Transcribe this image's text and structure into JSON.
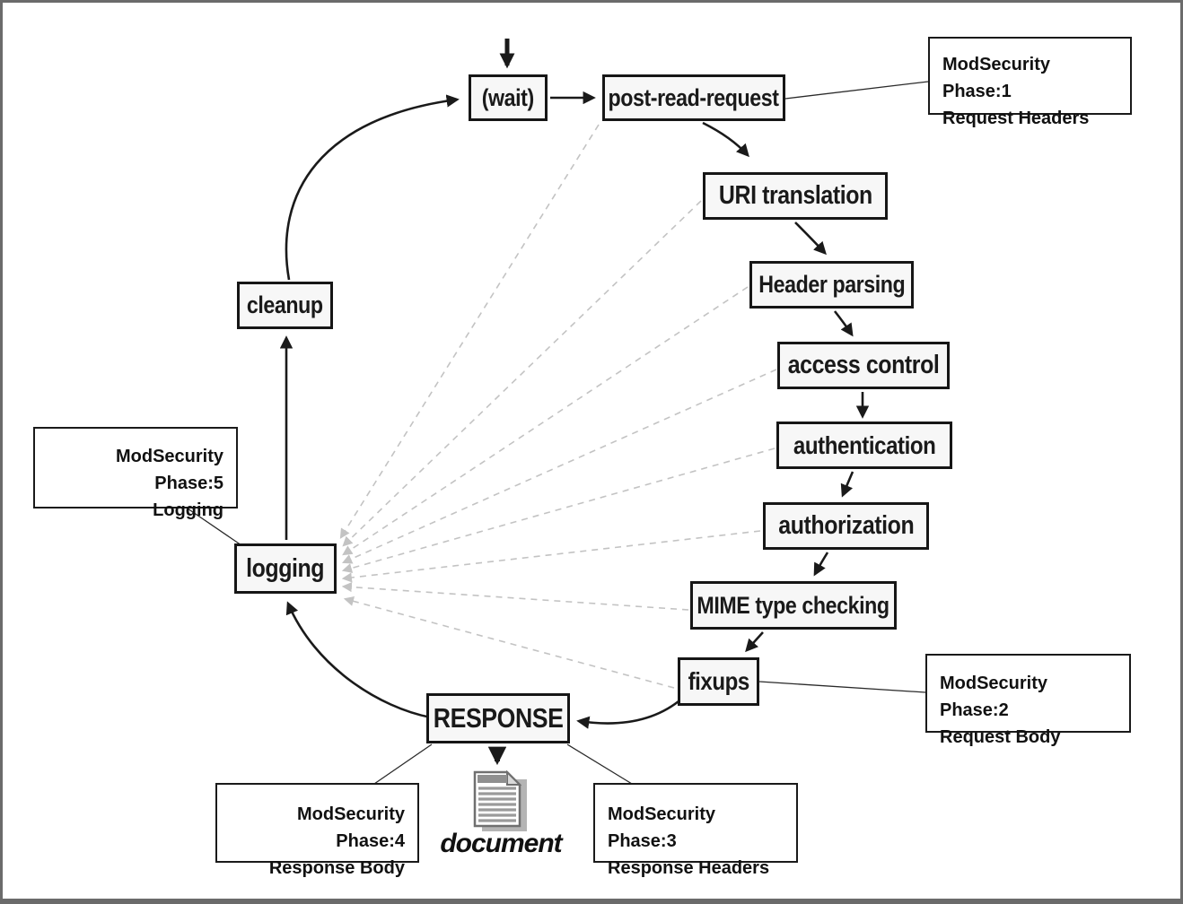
{
  "nodes": {
    "wait": {
      "label": "(wait)"
    },
    "post_read_request": {
      "label": "post-read-request"
    },
    "uri_translation": {
      "label": "URI translation"
    },
    "header_parsing": {
      "label": "Header parsing"
    },
    "access_control": {
      "label": "access control"
    },
    "authentication": {
      "label": "authentication"
    },
    "authorization": {
      "label": "authorization"
    },
    "mime_type_checking": {
      "label": "MIME type checking"
    },
    "fixups": {
      "label": "fixups"
    },
    "response": {
      "label": "RESPONSE"
    },
    "logging": {
      "label": "logging"
    },
    "cleanup": {
      "label": "cleanup"
    }
  },
  "callouts": {
    "phase1": {
      "line1": "ModSecurity Phase:1",
      "line2": "Request Headers",
      "attached_to": "post-read-request"
    },
    "phase2": {
      "line1": "ModSecurity Phase:2",
      "line2": "Request Body",
      "attached_to": "fixups"
    },
    "phase3": {
      "line1": "ModSecurity Phase:3",
      "line2": "Response Headers",
      "attached_to": "RESPONSE"
    },
    "phase4": {
      "line1": "ModSecurity Phase:4",
      "line2": "Response Body",
      "attached_to": "RESPONSE"
    },
    "phase5": {
      "line1": "ModSecurity Phase:5",
      "line2": "Logging",
      "attached_to": "logging"
    }
  },
  "document_figure": {
    "label": "document",
    "icon": "document-icon"
  },
  "flow": {
    "main_cycle": [
      "(wait)",
      "post-read-request",
      "URI translation",
      "Header parsing",
      "access control",
      "authentication",
      "authorization",
      "MIME type checking",
      "fixups",
      "RESPONSE",
      "logging",
      "cleanup",
      "(wait)"
    ],
    "dashed_links_to_logging": [
      "post-read-request",
      "URI translation",
      "Header parsing",
      "access control",
      "authentication",
      "authorization",
      "MIME type checking",
      "fixups"
    ],
    "response_output": "document"
  },
  "colors": {
    "node_border": "#161616",
    "node_fill": "#f7f7f7",
    "solid_arrow": "#1a1a1a",
    "dashed_link": "#c3c3c3",
    "callout_border": "#1a1a1a",
    "frame": "#6b6b6b",
    "background": "#ffffff"
  }
}
